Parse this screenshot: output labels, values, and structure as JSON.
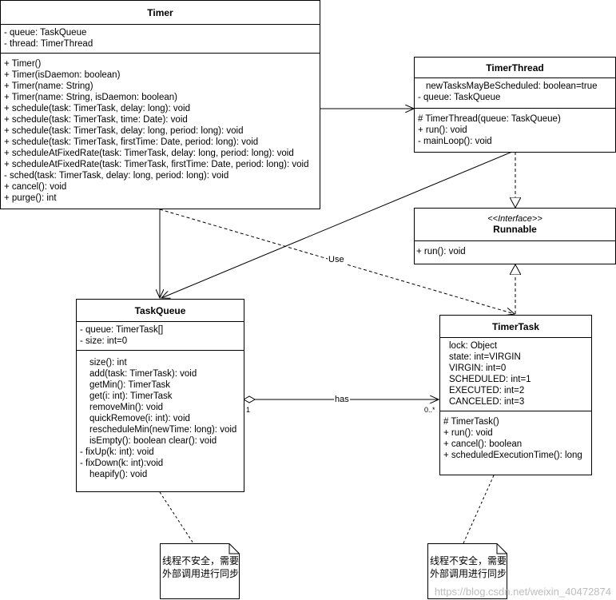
{
  "classes": {
    "timer": {
      "name": "Timer",
      "attributes": [
        "- queue: TaskQueue",
        "- thread: TimerThread"
      ],
      "methods": [
        "+ Timer()",
        "+ Timer(isDaemon: boolean)",
        "+ Timer(name: String)",
        "+ Timer(name: String, isDaemon: boolean)",
        "+ schedule(task: TimerTask, delay: long): void",
        "+ schedule(task: TimerTask, time: Date): void",
        "+ schedule(task: TimerTask, delay: long, period: long): void",
        "+ schedule(task: TimerTask, firstTime: Date, period: long): void",
        "+ scheduleAtFixedRate(task: TimerTask, delay: long, period: long): void",
        "+ scheduleAtFixedRate(task: TimerTask, firstTime: Date, period: long): void",
        "- sched(task: TimerTask, delay: long, period: long): void",
        "+ cancel(): void",
        "+ purge(): int"
      ]
    },
    "timer_thread": {
      "name": "TimerThread",
      "attributes": [
        "newTasksMayBeScheduled: boolean=true",
        "- queue: TaskQueue"
      ],
      "methods": [
        "# TimerThread(queue: TaskQueue)",
        "+ run(): void",
        "- mainLoop(): void"
      ]
    },
    "runnable": {
      "stereotype": "<<Interface>>",
      "name": "Runnable",
      "methods": [
        "+ run(): void"
      ]
    },
    "task_queue": {
      "name": "TaskQueue",
      "attributes": [
        "- queue: TimerTask[]",
        "- size: int=0"
      ],
      "methods": [
        "size(): int",
        "add(task: TimerTask): void",
        "getMin(): TimerTask",
        "get(i: int): TimerTask",
        "removeMin(): void",
        "quickRemove(i: int): void",
        "rescheduleMin(newTime: long): void",
        "isEmpty(): boolean  clear(): void",
        "- fixUp(k: int): void",
        "- fixDown(k: int):void",
        "heapify(): void"
      ]
    },
    "timer_task": {
      "name": "TimerTask",
      "attributes": [
        "lock: Object",
        "state: int=VIRGIN",
        "VIRGIN: int=0",
        "SCHEDULED: int=1",
        "EXECUTED: int=2",
        "CANCELED: int=3"
      ],
      "methods": [
        "# TimerTask()",
        "+ run(): void",
        "+ cancel(): boolean",
        "+ scheduledExecutionTime(): long"
      ]
    }
  },
  "edges": {
    "use_label": "Use",
    "has_label": "has",
    "has_mult_source": "1",
    "has_mult_target": "0..*"
  },
  "notes": {
    "queue_note": [
      "线程不安全，需要",
      "外部调用进行同步"
    ],
    "task_note": [
      "线程不安全，需要",
      "外部调用进行同步"
    ]
  },
  "watermark": "https://blog.csdn.net/weixin_40472874"
}
